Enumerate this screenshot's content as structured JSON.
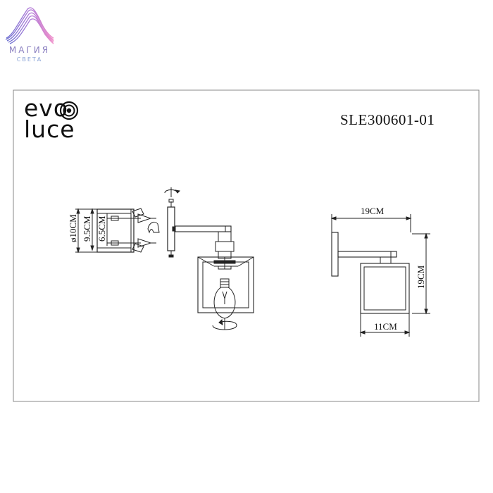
{
  "watermark": {
    "title": "МАГИЯ",
    "subtitle": "СВЕТА"
  },
  "brand": {
    "line1": "evo",
    "line2": "luce"
  },
  "model": "SLE300601-01",
  "mount_dims": {
    "diameter": "ø10CM",
    "spacing_outer": "9.5CM",
    "spacing_inner": "6.5CM"
  },
  "dims": {
    "width": "19CM",
    "height": "19CM",
    "shade_width": "11CM"
  },
  "colors": {
    "line": "#222222",
    "frame": "#888888",
    "watermark_a": "#7c6cc4",
    "watermark_b": "#e58ad3"
  }
}
